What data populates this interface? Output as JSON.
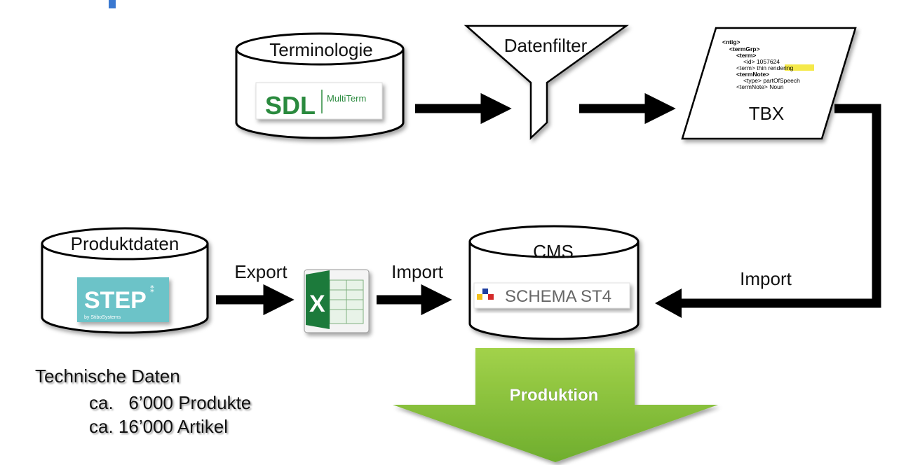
{
  "nodes": {
    "terminology": {
      "label": "Terminologie",
      "logo_brand": "SDL",
      "logo_product": "MultiTerm"
    },
    "filter": {
      "label": "Datenfilter"
    },
    "tbx": {
      "label": "TBX",
      "xml_lines": [
        "<ntig>",
        "<termGrp>",
        "<term>",
        "<id> 1057624",
        "<term> thin rendering",
        "<termNote>",
        "<type> partOfSpeech",
        "<termNote> Noun"
      ]
    },
    "product_data": {
      "label": "Produktdaten",
      "logo_text": "STEP",
      "logo_sub": "by StiboSystems"
    },
    "cms": {
      "label": "CMS",
      "logo_text": "SCHEMA ST4"
    },
    "production": {
      "label": "Produktion"
    }
  },
  "edges": {
    "export": "Export",
    "import_left": "Import",
    "import_right": "Import"
  },
  "notes": {
    "title": "Technische Daten",
    "line1": "ca.   6’000 Produkte",
    "line2": "ca. 16’000 Artikel"
  },
  "colors": {
    "sdl_green": "#2a8a3e",
    "step_teal": "#6cc3c8",
    "excel_green": "#1f7a3a",
    "produktion_green": "#8cc43c",
    "corner_blue": "#3a78d0"
  }
}
